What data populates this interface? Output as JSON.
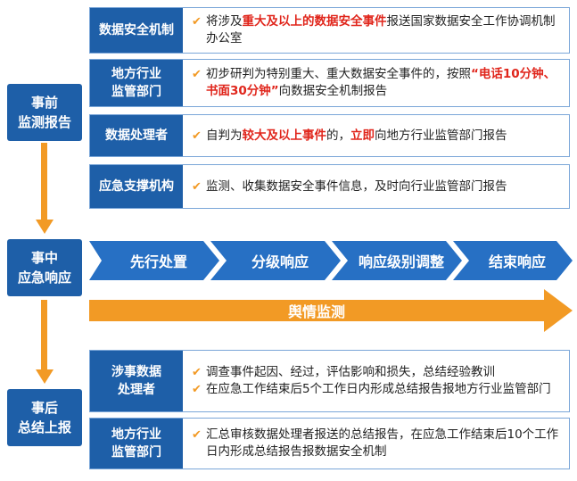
{
  "stages": {
    "before": [
      "事前",
      "监测报告"
    ],
    "during": [
      "事中",
      "应急响应"
    ],
    "after": [
      "事后",
      "总结上报"
    ]
  },
  "before_rows": [
    {
      "label": [
        "数据安全机制"
      ],
      "lines": [
        [
          {
            "t": "将涉及"
          },
          {
            "t": "重大及以上的数据安全事件",
            "red": true
          },
          {
            "t": "报送国家数据安全工作协调机制办公室"
          }
        ]
      ]
    },
    {
      "label": [
        "地方行业",
        "监管部门"
      ],
      "lines": [
        [
          {
            "t": "初步研判为特别重大、重大数据安全事件的，按照"
          },
          {
            "t": "“电话10分钟、书面30分钟”",
            "red": true
          },
          {
            "t": "向数据安全机制报告"
          }
        ]
      ]
    },
    {
      "label": [
        "数据处理者"
      ],
      "lines": [
        [
          {
            "t": "自判为"
          },
          {
            "t": "较大及以上事件",
            "red": true
          },
          {
            "t": "的，"
          },
          {
            "t": "立即",
            "red": true
          },
          {
            "t": "向地方行业监管部门报告"
          }
        ]
      ]
    },
    {
      "label": [
        "应急支撑机构"
      ],
      "lines": [
        [
          {
            "t": "监测、收集数据安全事件信息，及时向行业监管部门报告"
          }
        ]
      ]
    }
  ],
  "response_steps": [
    "先行处置",
    "分级响应",
    "响应级别调整",
    "结束响应"
  ],
  "public_opinion": "舆情监测",
  "after_rows": [
    {
      "label": [
        "涉事数据",
        "处理者"
      ],
      "lines": [
        [
          {
            "t": "调查事件起因、经过，评估影响和损失，总结经验教训"
          }
        ],
        [
          {
            "t": "在应急工作结束后5个工作日内形成总结报告报地方行业监管部门"
          }
        ]
      ]
    },
    {
      "label": [
        "地方行业",
        "监管部门"
      ],
      "lines": [
        [
          {
            "t": "汇总审核数据处理者报送的总结报告，在应急工作结束后10个工作日内形成总结报告报数据安全机制"
          }
        ]
      ]
    }
  ],
  "colors": {
    "blue": "#1e5fa8",
    "chevron": "#2770c4",
    "orange": "#f29a25",
    "red": "#e0251b",
    "border": "#7aa6d8"
  },
  "check_icon": "check-icon"
}
